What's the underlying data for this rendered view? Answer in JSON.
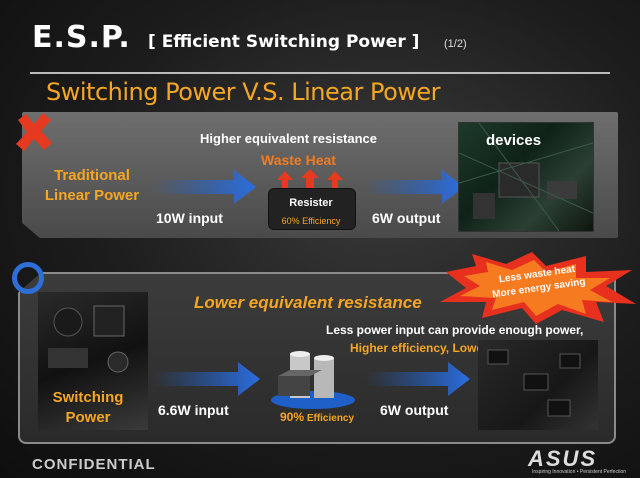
{
  "header": {
    "title": "E.S.P.",
    "subtitle_bracket": "[ Efficient Switching Power ]",
    "page": "(1/2)"
  },
  "section_title": "Switching Power V.S. Linear Power",
  "traditional": {
    "label_line1": "Traditional",
    "label_line2": "Linear Power",
    "heading": "Higher equivalent resistance",
    "waste_heat": "Waste Heat",
    "resister_label": "Resister",
    "resister_efficiency": "60% Efficiency",
    "input": "10W input",
    "output": "6W output",
    "devices_label": "devices"
  },
  "switching": {
    "label_line1": "Switching",
    "label_line2": "Power",
    "heading": "Lower equivalent resistance",
    "desc_line1": "Less power input can provide enough power,",
    "desc_line2": "Higher efficiency, Lower power loss!",
    "input": "6.6W input",
    "output": "6W output",
    "efficiency_pct": "90%",
    "efficiency_word": "Efficiency",
    "burst_line1": "Less waste heat",
    "burst_line2": "More energy saving"
  },
  "footer": {
    "confidential": "CONFIDENTIAL",
    "brand": "ASUS",
    "tagline": "Inspiring Innovation • Persistent Perfection"
  },
  "colors": {
    "accent_orange": "#f5a623",
    "arrow_blue": "#1e5fc8",
    "mark_red": "#e53a1f",
    "circle_blue": "#2d6fd6",
    "burst_red": "#e8301f"
  }
}
